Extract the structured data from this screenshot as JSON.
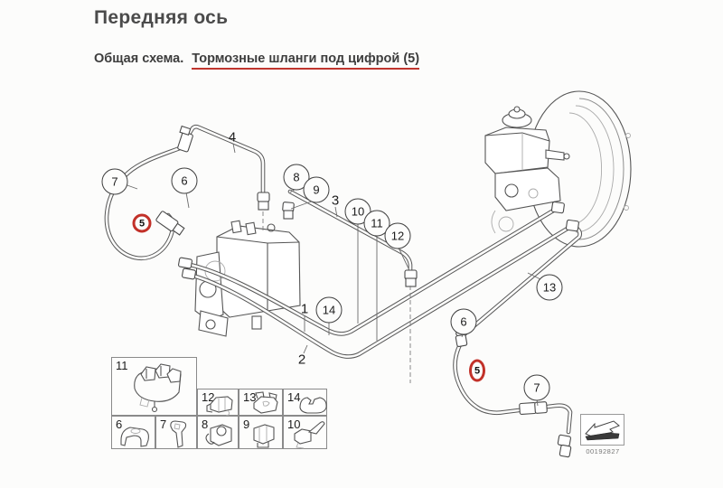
{
  "page": {
    "title": "Передняя ось",
    "subtitle_plain": "Общая схема.",
    "subtitle_highlight": "Тормозные шланги под цифрой (5)"
  },
  "colors": {
    "highlight_red": "#bf352e",
    "red_ring": "#c23129",
    "title_gray": "#4b4b4b",
    "line_gray": "#555555"
  },
  "diagram": {
    "circled_callouts": [
      {
        "label": "7"
      },
      {
        "label": "6"
      },
      {
        "label": "8"
      },
      {
        "label": "9"
      },
      {
        "label": "10"
      },
      {
        "label": "11"
      },
      {
        "label": "12"
      },
      {
        "label": "14"
      },
      {
        "label": "13"
      },
      {
        "label": "6"
      },
      {
        "label": "7"
      }
    ],
    "red_callouts": [
      {
        "label": "5"
      },
      {
        "label": "5"
      }
    ],
    "part_labels": [
      {
        "label": "4"
      },
      {
        "label": "3"
      },
      {
        "label": "1"
      },
      {
        "label": "2"
      }
    ],
    "legend": {
      "cells": [
        {
          "label": "11"
        },
        {
          "label": "12"
        },
        {
          "label": "13"
        },
        {
          "label": "14"
        },
        {
          "label": "6"
        },
        {
          "label": "7"
        },
        {
          "label": "8"
        },
        {
          "label": "9"
        },
        {
          "label": "10"
        }
      ]
    },
    "stamp_code": "00192827"
  }
}
